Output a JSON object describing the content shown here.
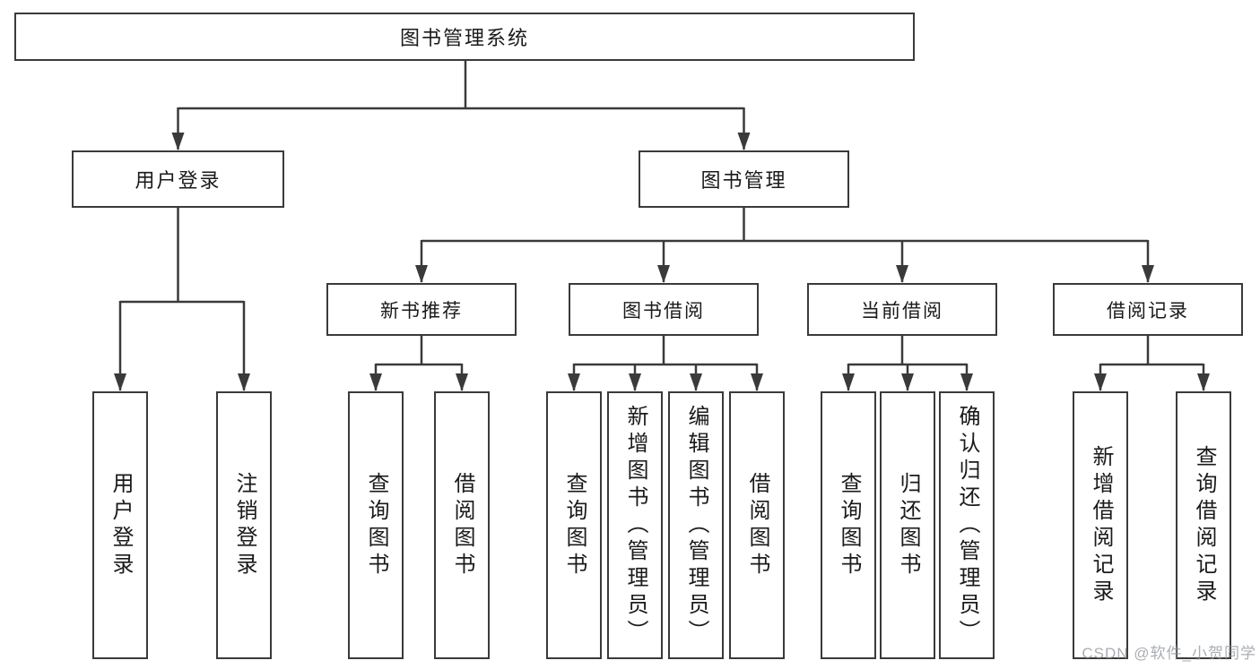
{
  "tree": {
    "root": {
      "label": "图书管理系统"
    },
    "branches": [
      {
        "label": "用户登录",
        "children": [
          {
            "label": "用户登录"
          },
          {
            "label": "注销登录"
          }
        ]
      },
      {
        "label": "图书管理",
        "children": [
          {
            "label": "新书推荐",
            "children": [
              {
                "label": "查询图书"
              },
              {
                "label": "借阅图书"
              }
            ]
          },
          {
            "label": "图书借阅",
            "children": [
              {
                "label": "查询图书"
              },
              {
                "label": "新增图书（管理员）"
              },
              {
                "label": "编辑图书（管理员）"
              },
              {
                "label": "借阅图书"
              }
            ]
          },
          {
            "label": "当前借阅",
            "children": [
              {
                "label": "查询图书"
              },
              {
                "label": "归还图书"
              },
              {
                "label": "确认归还（管理员）"
              }
            ]
          },
          {
            "label": "借阅记录",
            "children": [
              {
                "label": "新增借阅记录"
              },
              {
                "label": "查询借阅记录"
              }
            ]
          }
        ]
      }
    ]
  },
  "colors": {
    "line": "#3a3a3a",
    "text": "#1a1a1a",
    "watermark": "#8c9298"
  },
  "watermark": {
    "text": "CSDN @软件_小贺同学"
  }
}
